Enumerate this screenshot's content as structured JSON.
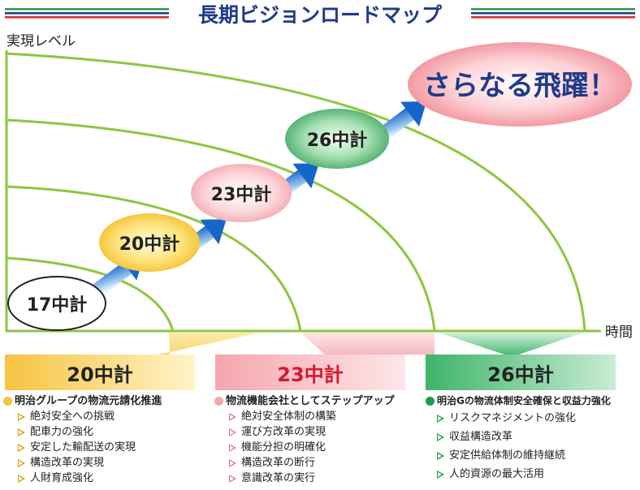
{
  "title": "長期ビジョンロードマップ",
  "axis": {
    "y_label": "実現レベル",
    "x_label": "時間"
  },
  "stages": [
    {
      "label": "17中計"
    },
    {
      "label": "20中計"
    },
    {
      "label": "23中計"
    },
    {
      "label": "26中計"
    }
  ],
  "goal": "さらなる飛躍！",
  "plans": [
    {
      "label": "20中計",
      "color": "#f6c341",
      "text_color": "#222222",
      "heading": "明治グループの物流元請化推進",
      "items": [
        "絶対安全への挑戦",
        "配車力の強化",
        "安定した輸配送の実現",
        "構造改革の実現",
        "人財育成強化"
      ]
    },
    {
      "label": "23中計",
      "color": "#f4a6ad",
      "text_color": "#d7172f",
      "heading": "物流機能会社としてステップアップ",
      "items": [
        "絶対安全体制の構築",
        "運び方改革の実現",
        "機能分担の明確化",
        "構造改革の断行",
        "意識改革の実行"
      ]
    },
    {
      "label": "26中計",
      "color": "#3fb46a",
      "text_color": "#222222",
      "heading": "明治Gの物流体制安全確保と収益力強化",
      "items": [
        "リスクマネジメントの強化",
        "収益構造改革",
        "安定供給体制の維持継続",
        "人的資源の最大活用"
      ]
    }
  ],
  "colors": {
    "title_blue": "#1f3a8a",
    "stripe_green": "#2c9a46",
    "stripe_red": "#d12a2a",
    "curve_green": "#8dc63f",
    "arrow_blue": "#1a6fd0"
  }
}
